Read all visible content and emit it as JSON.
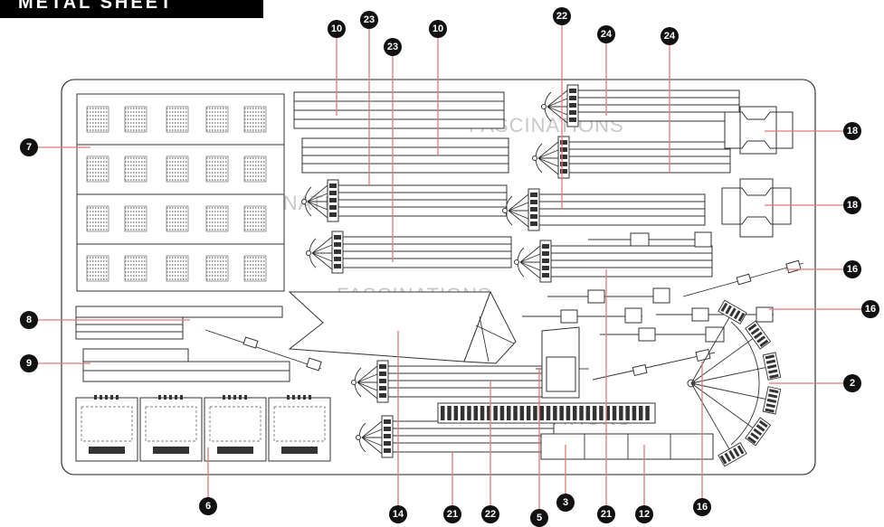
{
  "banner": {
    "title": "METAL SHEET"
  },
  "watermark": "FASCINATIONS",
  "callouts": {
    "c10a": "10",
    "c23a": "23",
    "c10b": "10",
    "c23b": "23",
    "c22top": "22",
    "c24a": "24",
    "c24b": "24",
    "c7": "7",
    "c18a": "18",
    "c18b": "18",
    "c16a": "16",
    "c16b": "16",
    "c16c": "16",
    "c8": "8",
    "c9": "9",
    "c2": "2",
    "c6": "6",
    "c14": "14",
    "c21a": "21",
    "c22b": "22",
    "c5": "5",
    "c3": "3",
    "c21b": "21",
    "c12": "12"
  },
  "colors": {
    "leader": "#e07a7a",
    "callout": "#111111",
    "outline": "#222222",
    "watermark": "#c8c8c8"
  }
}
